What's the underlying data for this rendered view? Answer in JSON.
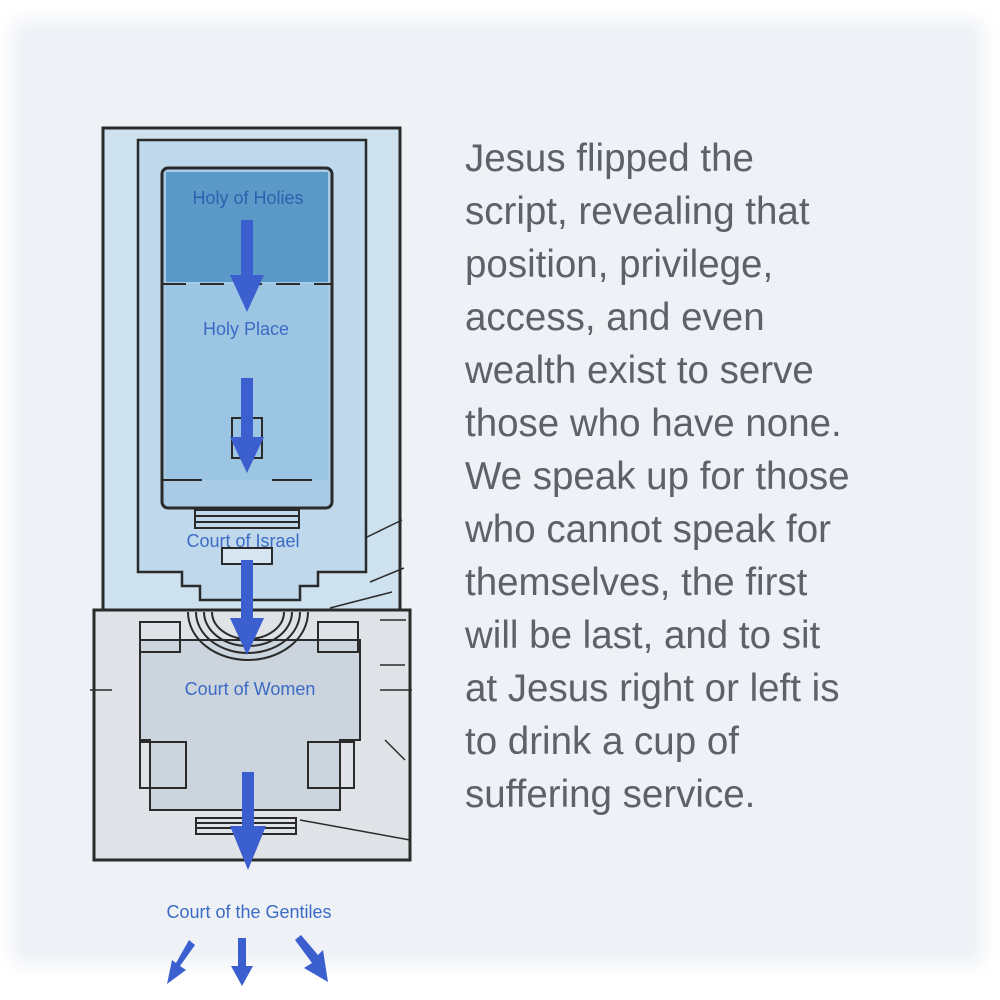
{
  "diagram": {
    "labels": {
      "holy_of_holies": "Holy of Holies",
      "holy_place": "Holy Place",
      "court_of_israel": "Court of Israel",
      "court_of_women": "Court of Women",
      "court_of_gentiles": "Court of the Gentiles"
    },
    "colors": {
      "outer_blue": "#cde1ef",
      "inner_blue": "#bcd6ea",
      "holy_place": "#9cc4e3",
      "holy_of_holies": "#5b9ac8",
      "court_gray": "#dfe3e7",
      "court_floor": "#ccd4de",
      "arrow": "#3b5fcf",
      "label": "#3b6bc4",
      "wall": "#2a2a2a"
    }
  },
  "text": {
    "paragraph": "Jesus flipped the\nscript, revealing that\nposition, privilege,\naccess, and even\nwealth exist to serve\nthose who have none.\nWe speak up for those\nwho cannot speak for\nthemselves, the first\nwill be last, and to sit\nat Jesus right or left is\nto drink a cup of\nsuffering service."
  }
}
